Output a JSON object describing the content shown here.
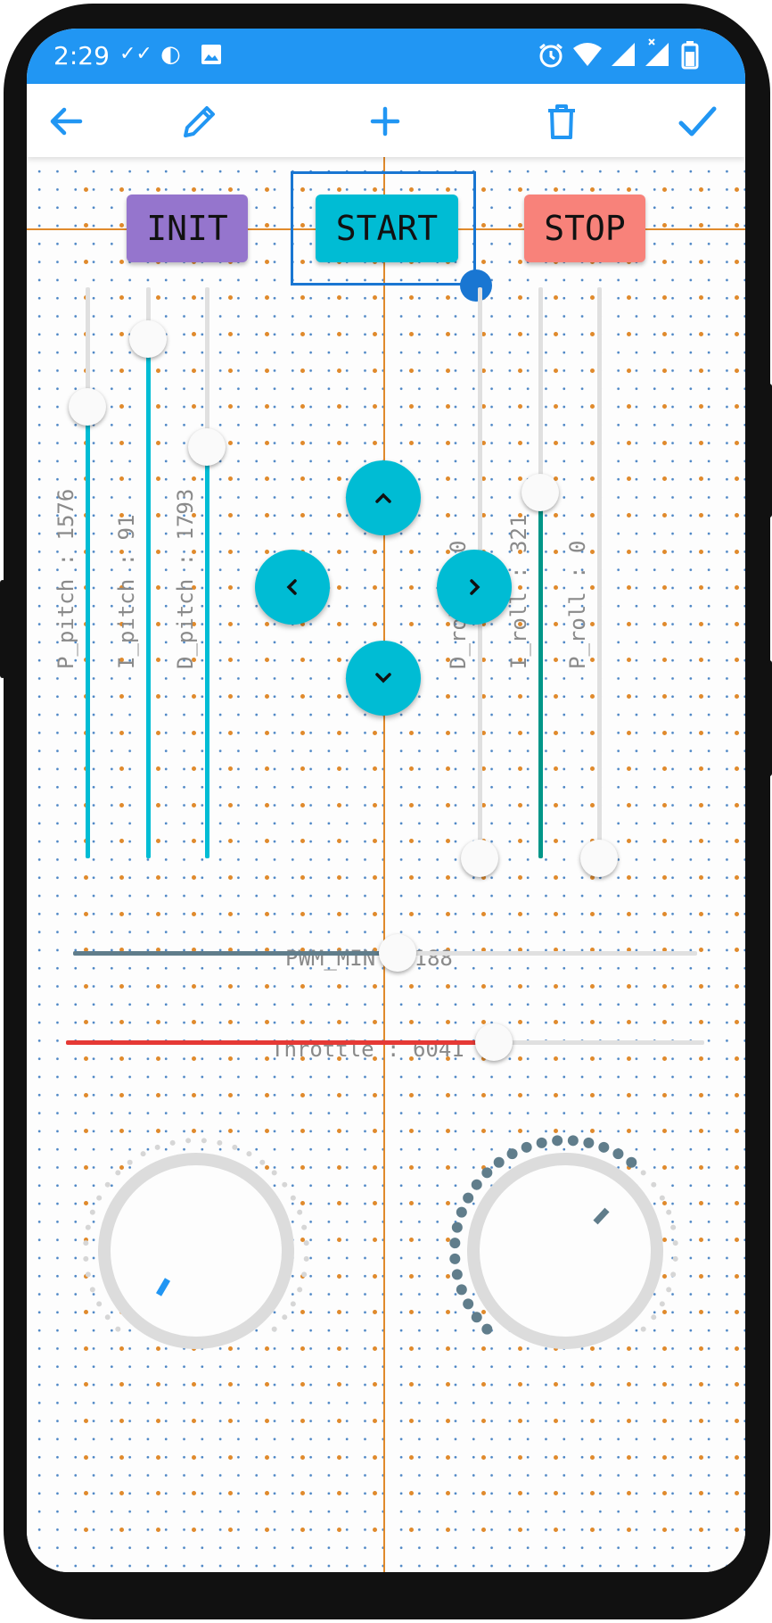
{
  "status_bar": {
    "time": "2:29",
    "icons_left": [
      "double-check-icon",
      "half-moon-icon",
      "image-icon"
    ],
    "icons_right": [
      "alarm-icon",
      "wifi-icon",
      "signal-icon",
      "signal-x-icon",
      "battery-icon"
    ]
  },
  "toolbar": {
    "icons": [
      "back-arrow-icon",
      "pencil-icon",
      "plus-icon",
      "trash-icon",
      "check-icon"
    ]
  },
  "buttons": {
    "init": {
      "label": "INIT",
      "color": "#9575cd"
    },
    "start": {
      "label": "START",
      "color": "#00bcd4"
    },
    "stop": {
      "label": "STOP",
      "color": "#f8827a"
    }
  },
  "pitch_sliders": [
    {
      "label": "P_pitch : 1576",
      "fraction": 0.79,
      "color": "#00bcd4"
    },
    {
      "label": "I_pitch : 91",
      "fraction": 0.91,
      "color": "#00bcd4"
    },
    {
      "label": "D_pitch : 1793",
      "fraction": 0.72,
      "color": "#00bcd4"
    }
  ],
  "roll_sliders": [
    {
      "label": "D_roll : 0",
      "fraction": 0.0,
      "color": "#e0e0e0"
    },
    {
      "label": "I_roll : 321",
      "fraction": 0.64,
      "color": "#009688"
    },
    {
      "label": "P_roll : 0",
      "fraction": 0.0,
      "color": "#e0e0e0"
    }
  ],
  "pwm_min": {
    "label": "PWM_MIN : 188",
    "fraction": 0.52,
    "color": "#607d8b"
  },
  "throttle": {
    "label": "Throttle : 6041",
    "fraction": 0.67,
    "color": "#e53935"
  },
  "colors": {
    "accent": "#2196f3",
    "guide": "#e08a2c",
    "knob_dots": "#607d8b",
    "knob_indicator_left": "#2196f3"
  }
}
